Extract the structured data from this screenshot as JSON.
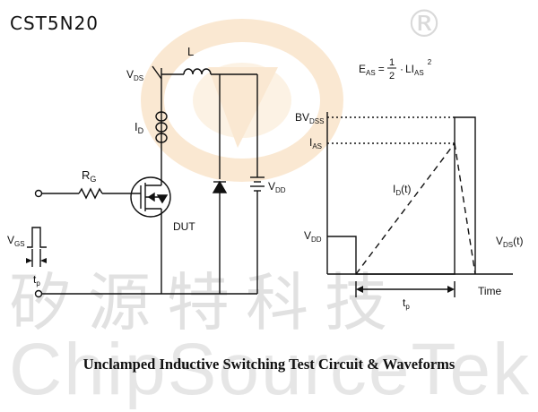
{
  "part_number": "CST5N20",
  "caption": "Unclamped Inductive Switching Test Circuit & Waveforms",
  "watermark": {
    "chinese": "矽源特科技",
    "english": "ChipSourceTek",
    "registered": "®"
  },
  "circuit": {
    "vds": {
      "main": "V",
      "sub": "DS"
    },
    "inductor": "L",
    "id": {
      "main": "I",
      "sub": "D"
    },
    "rg": {
      "main": "R",
      "sub": "G"
    },
    "dut": "DUT",
    "vdd": {
      "main": "V",
      "sub": "DD"
    },
    "vgs": {
      "main": "V",
      "sub": "GS"
    },
    "tp": {
      "main": "t",
      "sub": "p"
    }
  },
  "equation": {
    "lhs_main": "E",
    "lhs_sub": "AS",
    "eq": "=",
    "num": "1",
    "den": "2",
    "dot": "·",
    "l": "LI",
    "sub": "AS",
    "sup": "2"
  },
  "waveform": {
    "bvdss": {
      "main": "BV",
      "sub": "DSS"
    },
    "ias": {
      "main": "I",
      "sub": "AS"
    },
    "idt": {
      "main": "I",
      "sub": "D",
      "tail": "(t)"
    },
    "vdd": {
      "main": "V",
      "sub": "DD"
    },
    "vdst": {
      "main": "V",
      "sub": "DS",
      "tail": "(t)"
    },
    "time": "Time",
    "tp": {
      "main": "t",
      "sub": "p"
    }
  },
  "colors": {
    "ink": "#111111",
    "logo_orange": "#f0b060",
    "watermark": "#c9c9c9"
  }
}
